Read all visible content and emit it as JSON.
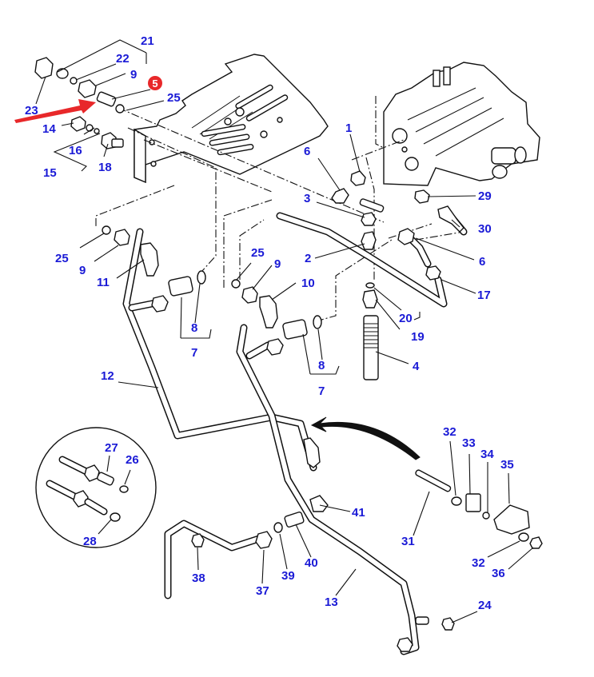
{
  "diagram": {
    "title": "Hydraulic valve pipework exploded view",
    "highlight": {
      "part": "5",
      "color": "#e8282a",
      "arrow_color": "#e8282a"
    },
    "label_color": "#1a1ad6",
    "labels": [
      {
        "id": "21",
        "text": "21"
      },
      {
        "id": "22",
        "text": "22"
      },
      {
        "id": "9a",
        "text": "9"
      },
      {
        "id": "23",
        "text": "23"
      },
      {
        "id": "25a",
        "text": "25"
      },
      {
        "id": "14",
        "text": "14"
      },
      {
        "id": "16",
        "text": "16"
      },
      {
        "id": "15",
        "text": "15"
      },
      {
        "id": "18",
        "text": "18"
      },
      {
        "id": "1",
        "text": "1"
      },
      {
        "id": "6a",
        "text": "6"
      },
      {
        "id": "3",
        "text": "3"
      },
      {
        "id": "29",
        "text": "29"
      },
      {
        "id": "30",
        "text": "30"
      },
      {
        "id": "6b",
        "text": "6"
      },
      {
        "id": "2",
        "text": "2"
      },
      {
        "id": "17",
        "text": "17"
      },
      {
        "id": "20",
        "text": "20"
      },
      {
        "id": "19",
        "text": "19"
      },
      {
        "id": "4",
        "text": "4"
      },
      {
        "id": "25b",
        "text": "25"
      },
      {
        "id": "9b",
        "text": "9"
      },
      {
        "id": "11",
        "text": "11"
      },
      {
        "id": "25c",
        "text": "25"
      },
      {
        "id": "9c",
        "text": "9"
      },
      {
        "id": "10",
        "text": "10"
      },
      {
        "id": "8a",
        "text": "8"
      },
      {
        "id": "7a",
        "text": "7"
      },
      {
        "id": "8b",
        "text": "8"
      },
      {
        "id": "7b",
        "text": "7"
      },
      {
        "id": "12",
        "text": "12"
      },
      {
        "id": "27",
        "text": "27"
      },
      {
        "id": "26",
        "text": "26"
      },
      {
        "id": "28",
        "text": "28"
      },
      {
        "id": "32a",
        "text": "32"
      },
      {
        "id": "33",
        "text": "33"
      },
      {
        "id": "34",
        "text": "34"
      },
      {
        "id": "35",
        "text": "35"
      },
      {
        "id": "31",
        "text": "31"
      },
      {
        "id": "32b",
        "text": "32"
      },
      {
        "id": "36",
        "text": "36"
      },
      {
        "id": "41",
        "text": "41"
      },
      {
        "id": "38",
        "text": "38"
      },
      {
        "id": "37",
        "text": "37"
      },
      {
        "id": "39",
        "text": "39"
      },
      {
        "id": "40",
        "text": "40"
      },
      {
        "id": "13",
        "text": "13"
      },
      {
        "id": "24",
        "text": "24"
      }
    ]
  }
}
